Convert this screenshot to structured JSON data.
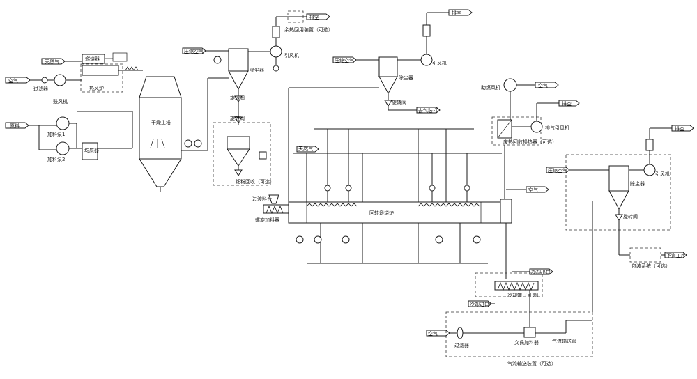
{
  "colors": {
    "line": "#1a1a1a",
    "background": "#ffffff"
  },
  "labels": {
    "natural_gas": "天然气",
    "burner": "燃烧器",
    "hot_air_furnace": "热风炉",
    "air": "空气",
    "filter": "过滤器",
    "blower": "鼓风机",
    "feed": "原料",
    "feed_pump_1": "加料泵1",
    "feed_pump_2": "加料泵2",
    "homogenizer": "均质器",
    "spray_dryer": "干燥主塔",
    "compressed_air": "压缩空气",
    "bag_filter": "除尘器",
    "rotary_valve": "旋转阀",
    "induced_fan": "引风机",
    "exhaust_treatment": "余热回用装置（可选）",
    "exhaust": "排空",
    "fine_powder_return": "细粉回收（可选）",
    "screw_feeder": "螺旋加料器",
    "feed_hopper": "过渡料仓",
    "pusher_furnace": "回转煅烧炉",
    "to_packing": "去包装打",
    "combustion_fan": "助燃风机",
    "heat_exchanger": "废热回收换热器（可选）",
    "exhaust_fan": "排气引风机",
    "cooling_screw": "冷却螺（可选）",
    "cooling_water_in": "冷却进口",
    "cooling_water_out": "冷却出口",
    "bagging": "包装系统（可选）",
    "next_process": "下道工序",
    "conveying_system": "气流输送装置（可选）",
    "blow_feeder": "文氏加料器",
    "pneumatic_line": "气流输送管"
  }
}
